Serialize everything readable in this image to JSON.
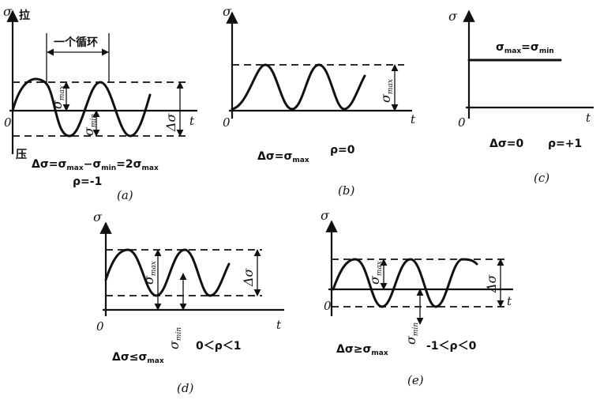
{
  "common": {
    "sigma": "σ",
    "t": "t",
    "zero": "0",
    "delta_sigma": "Δσ",
    "sigma_max_sym": "σ",
    "sub_max": "max",
    "sub_min": "min"
  },
  "panel_a": {
    "caption": "(a)",
    "tension_label": "拉",
    "compression_label": "压",
    "cycle_label": "一个循环",
    "formula_lhs": "Δσ=σ",
    "formula_mid": "−σ",
    "formula_rhs": "=2σ",
    "rho": "ρ=-1"
  },
  "panel_b": {
    "caption": "(b)",
    "formula": "Δσ=σ",
    "rho": "ρ=0"
  },
  "panel_c": {
    "caption": "(c)",
    "top_label_a": "σ",
    "top_label_eq": "=σ",
    "formula": "Δσ=0",
    "rho": "ρ=+1"
  },
  "panel_d": {
    "caption": "(d)",
    "formula": "Δσ≤σ",
    "rho": "0＜ρ＜1"
  },
  "panel_e": {
    "caption": "(e)",
    "formula": "Δσ≥σ",
    "rho": "-1＜ρ＜0"
  }
}
